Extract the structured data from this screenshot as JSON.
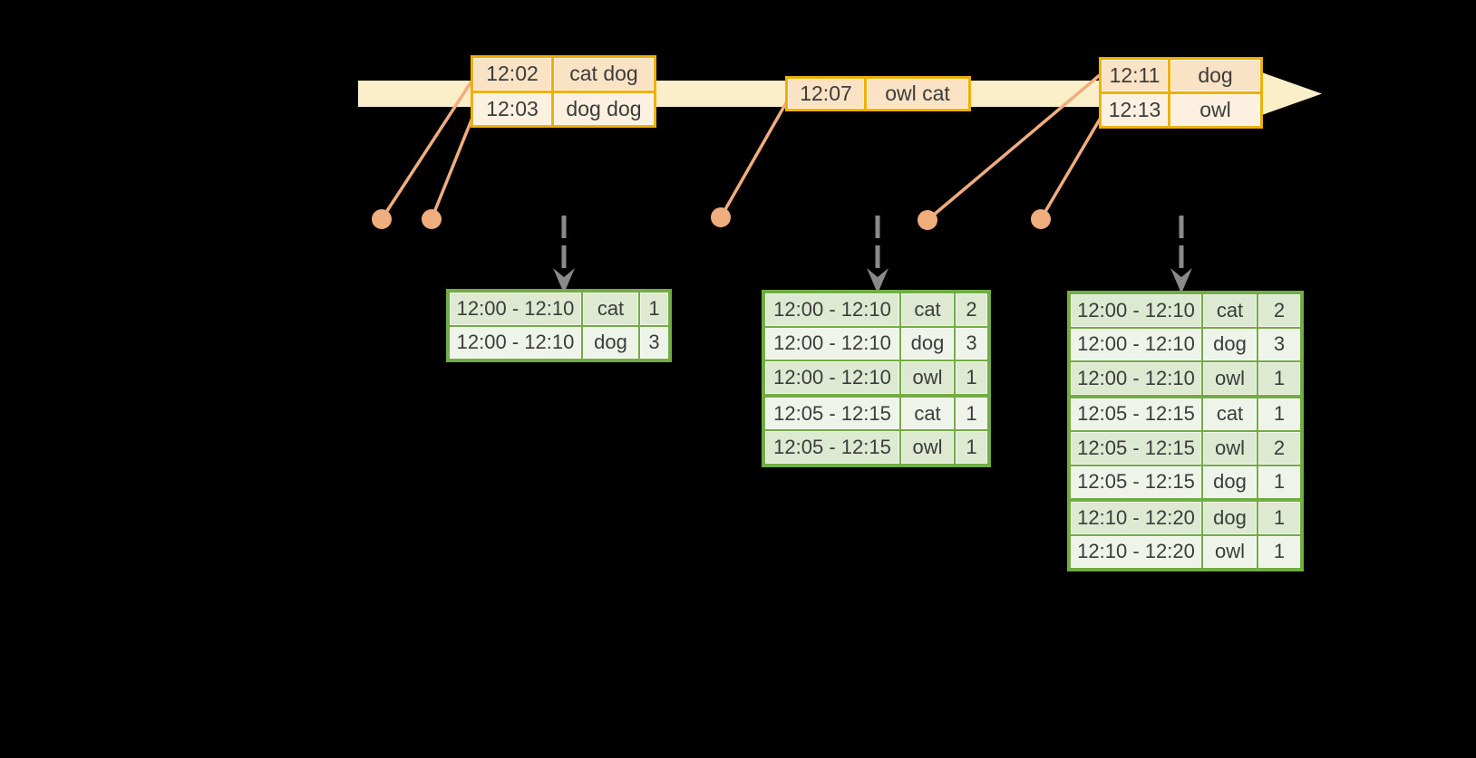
{
  "diagram": {
    "kind": "streaming-windowed-aggregation-diagram",
    "colors": {
      "background": "#000000",
      "timeline_fill": "#faefc9",
      "event_table_border": "#f0b000",
      "event_row_fill": "#fae2c4",
      "event_row_fill_alt": "#fcf1e0",
      "connector": "#f0ad7e",
      "trigger_arrow": "#8a8a8a",
      "result_table_border": "#72ac44",
      "result_row_fill": "#dde9d1",
      "result_row_fill_alt": "#eff4eb",
      "text": "#3c3c3c"
    }
  },
  "event_tables": [
    {
      "rows": [
        {
          "time": "12:02",
          "words": "cat dog"
        },
        {
          "time": "12:03",
          "words": "dog dog"
        }
      ]
    },
    {
      "rows": [
        {
          "time": "12:07",
          "words": "owl cat"
        }
      ]
    },
    {
      "rows": [
        {
          "time": "12:11",
          "words": "dog"
        },
        {
          "time": "12:13",
          "words": "owl"
        }
      ]
    }
  ],
  "result_tables": [
    {
      "rows": [
        {
          "window": "12:00 - 12:10",
          "word": "cat",
          "count": "1"
        },
        {
          "window": "12:00 - 12:10",
          "word": "dog",
          "count": "3"
        }
      ]
    },
    {
      "rows": [
        {
          "window": "12:00 - 12:10",
          "word": "cat",
          "count": "2"
        },
        {
          "window": "12:00 - 12:10",
          "word": "dog",
          "count": "3"
        },
        {
          "window": "12:00 - 12:10",
          "word": "owl",
          "count": "1"
        },
        {
          "window": "12:05 - 12:15",
          "word": "cat",
          "count": "1"
        },
        {
          "window": "12:05 - 12:15",
          "word": "owl",
          "count": "1"
        }
      ]
    },
    {
      "rows": [
        {
          "window": "12:00 - 12:10",
          "word": "cat",
          "count": "2"
        },
        {
          "window": "12:00 - 12:10",
          "word": "dog",
          "count": "3"
        },
        {
          "window": "12:00 - 12:10",
          "word": "owl",
          "count": "1"
        },
        {
          "window": "12:05 - 12:15",
          "word": "cat",
          "count": "1"
        },
        {
          "window": "12:05 - 12:15",
          "word": "owl",
          "count": "2"
        },
        {
          "window": "12:05 - 12:15",
          "word": "dog",
          "count": "1"
        },
        {
          "window": "12:10 - 12:20",
          "word": "dog",
          "count": "1"
        },
        {
          "window": "12:10 - 12:20",
          "word": "owl",
          "count": "1"
        }
      ]
    }
  ]
}
